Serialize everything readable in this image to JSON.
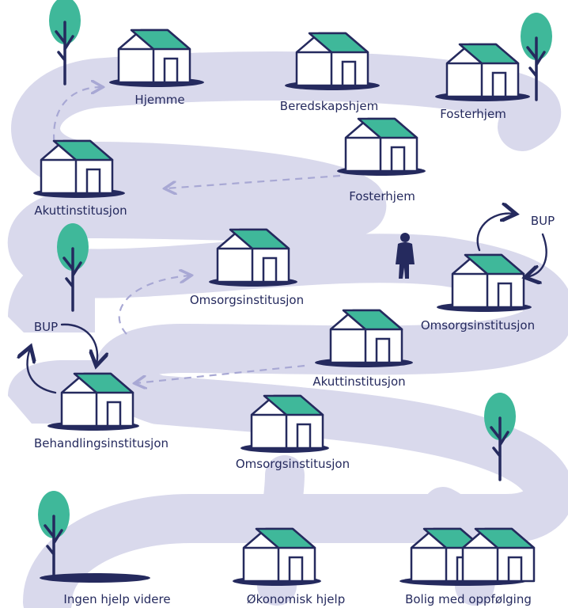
{
  "colors": {
    "road": "#d9d9ec",
    "road_line": "#a8a8d4",
    "navy": "#252a5e",
    "roof": "#3fb89a",
    "tree": "#3fb89a",
    "house_fill": "#ffffff"
  },
  "places": [
    {
      "label": "Hjemme"
    },
    {
      "label": "Beredskapshjem"
    },
    {
      "label": "Fosterhjem"
    },
    {
      "label": "Fosterhjem"
    },
    {
      "label": "Akuttinstitusjon"
    },
    {
      "label": "Omsorgsinstitusjon"
    },
    {
      "label": "Omsorgsinstitusjon"
    },
    {
      "label": "Akuttinstitusjon"
    },
    {
      "label": "Behandlingsinstitusjon"
    },
    {
      "label": "Omsorgsinstitusjon"
    },
    {
      "label": "Ingen hjelp videre"
    },
    {
      "label": "Økonomisk hjelp"
    },
    {
      "label": "Bolig med oppfølging"
    }
  ],
  "cycles": [
    {
      "label": "BUP"
    },
    {
      "label": "BUP"
    }
  ],
  "icons": {
    "house": "house-icon",
    "double_house": "double-house-icon",
    "tree": "tree-icon",
    "person": "person-icon",
    "cycle_arrow": "cycle-arrow-icon",
    "dashed_arrow": "dashed-arrow-icon"
  }
}
